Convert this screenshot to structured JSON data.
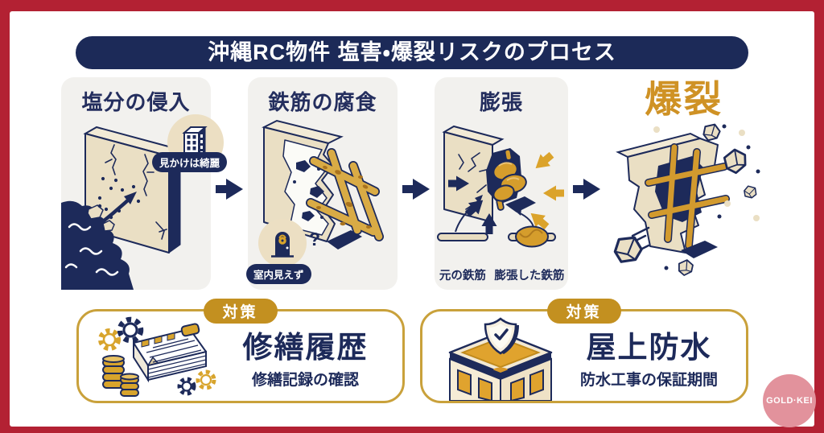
{
  "title_banner": {
    "text": "沖縄RC物件 塩害・爆裂リスクのプロセス"
  },
  "process": {
    "steps": [
      {
        "label": "塩分の侵入",
        "badge": "見かけは綺麗",
        "icon": "building-icon"
      },
      {
        "label": "鉄筋の腐食",
        "badge": "室内見えず",
        "question_mark": "?",
        "icon": "locked-door-icon"
      },
      {
        "label": "膨張",
        "legend_left": "元の鉄筋",
        "legend_right": "膨張した鉄筋"
      },
      {
        "label": "爆裂"
      }
    ]
  },
  "countermeasures": [
    {
      "badge": "対策",
      "title": "修繕履歴",
      "subtitle": "修繕記録の確認",
      "icon": "repair-records-icon"
    },
    {
      "badge": "対策",
      "title": "屋上防水",
      "subtitle": "防水工事の保証期間",
      "icon": "waterproof-roof-shield-icon"
    }
  ],
  "logo": {
    "text": "GOLD·KEI"
  },
  "colors": {
    "frame_red": "#b32133",
    "navy": "#1d2a5a",
    "gold": "#cf9225",
    "badge_gold": "#c39020",
    "box_border_gold": "#c9a13b",
    "card_gray": "#f2f1ee",
    "wall_beige": "#eadfc4",
    "logo_pink": "#e2929c"
  }
}
